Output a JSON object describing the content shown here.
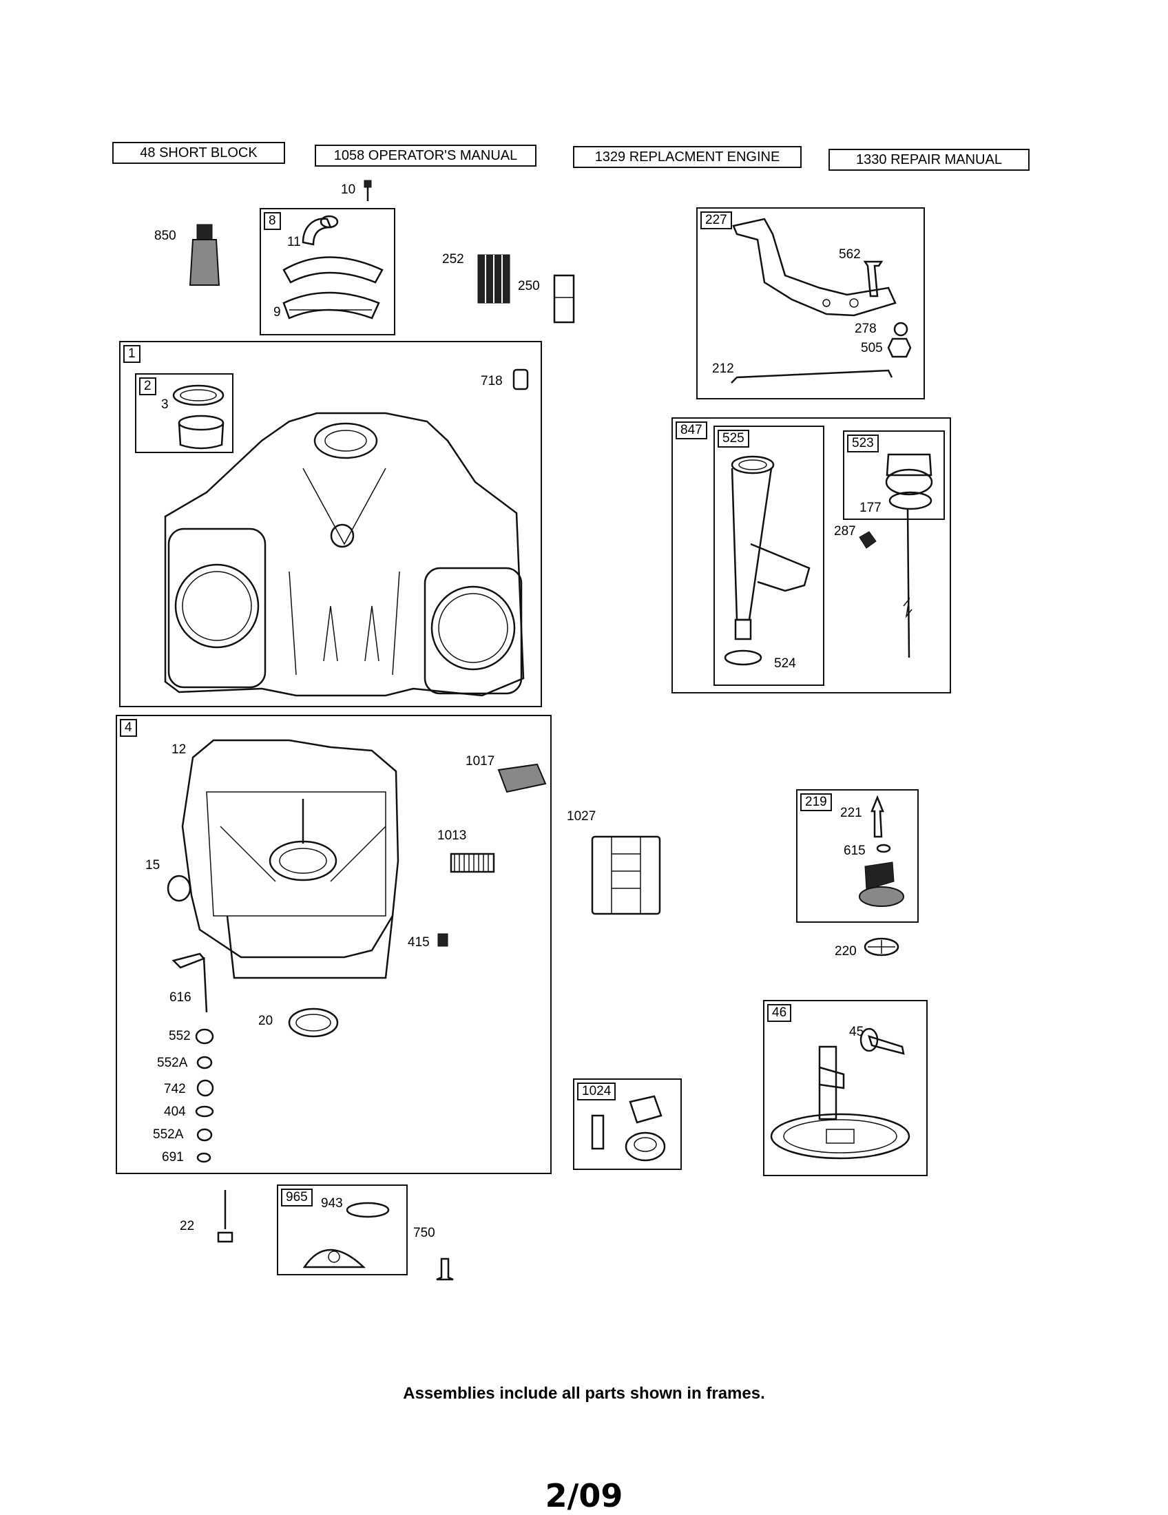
{
  "headers": [
    {
      "id": "short-block",
      "text": "48 SHORT BLOCK"
    },
    {
      "id": "operators-manual",
      "text": "1058 OPERATOR'S MANUAL"
    },
    {
      "id": "replacement-engine",
      "text": "1329 REPLACMENT ENGINE"
    },
    {
      "id": "repair-manual",
      "text": "1330 REPAIR MANUAL"
    }
  ],
  "frames": {
    "f8": "8",
    "f227": "227",
    "f1": "1",
    "f2": "2",
    "f847": "847",
    "f525": "525",
    "f523": "523",
    "f4": "4",
    "f219": "219",
    "f46": "46",
    "f1024": "1024",
    "f965": "965"
  },
  "parts": {
    "p10": "10",
    "p850": "850",
    "p11": "11",
    "p9": "9",
    "p252": "252",
    "p250": "250",
    "p562": "562",
    "p278": "278",
    "p505": "505",
    "p212": "212",
    "p3": "3",
    "p718": "718",
    "p177": "177",
    "p287": "287",
    "p524": "524",
    "p12": "12",
    "p1017": "1017",
    "p1013": "1013",
    "p1027": "1027",
    "p15": "15",
    "p415": "415",
    "p616": "616",
    "p20": "20",
    "p552": "552",
    "p552a1": "552A",
    "p742": "742",
    "p404": "404",
    "p552a2": "552A",
    "p691": "691",
    "p221": "221",
    "p615": "615",
    "p220": "220",
    "p45": "45",
    "p22": "22",
    "p943": "943",
    "p750": "750"
  },
  "footer": "Assemblies include all parts shown in frames.",
  "page": "2/09"
}
